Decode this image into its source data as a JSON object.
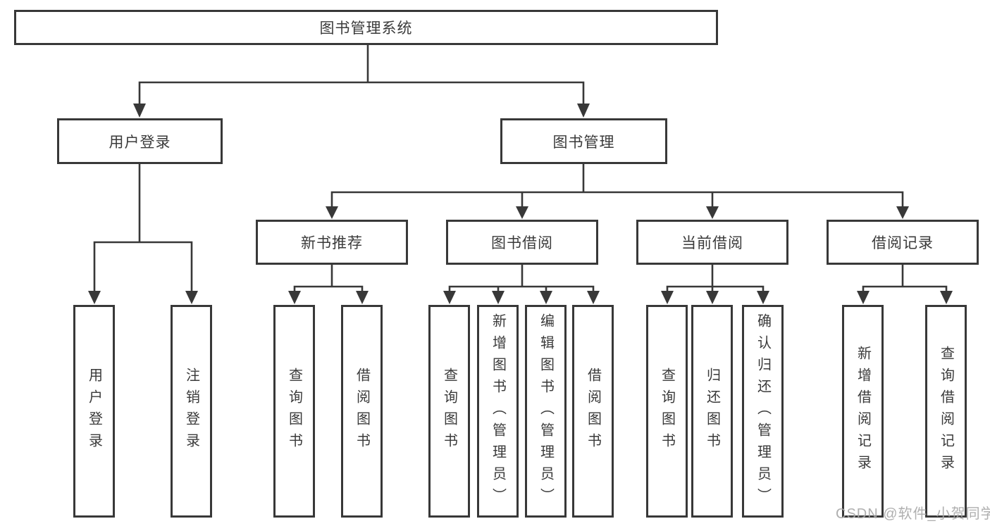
{
  "diagram": {
    "root": "图书管理系统",
    "level2": [
      "用户登录",
      "图书管理"
    ],
    "level3": [
      "新书推荐",
      "图书借阅",
      "当前借阅",
      "借阅记录"
    ],
    "leaves": {
      "user_login": [
        "用户登录",
        "注销登录"
      ],
      "new_book": [
        "查询图书",
        "借阅图书"
      ],
      "borrow": [
        "查询图书",
        "新增图书（管理员）",
        "编辑图书（管理员）",
        "借阅图书"
      ],
      "current": [
        "查询图书",
        "归还图书",
        "确认归还（管理员）"
      ],
      "records": [
        "新增借阅记录",
        "查询借阅记录"
      ]
    }
  },
  "watermark": "CSDN @软件_小贺同学",
  "colors": {
    "line": "#383838",
    "text": "#3a3a3a",
    "box_background": "#ffffff",
    "page_background": "#ffffff",
    "watermark": "#a8a8a8"
  }
}
